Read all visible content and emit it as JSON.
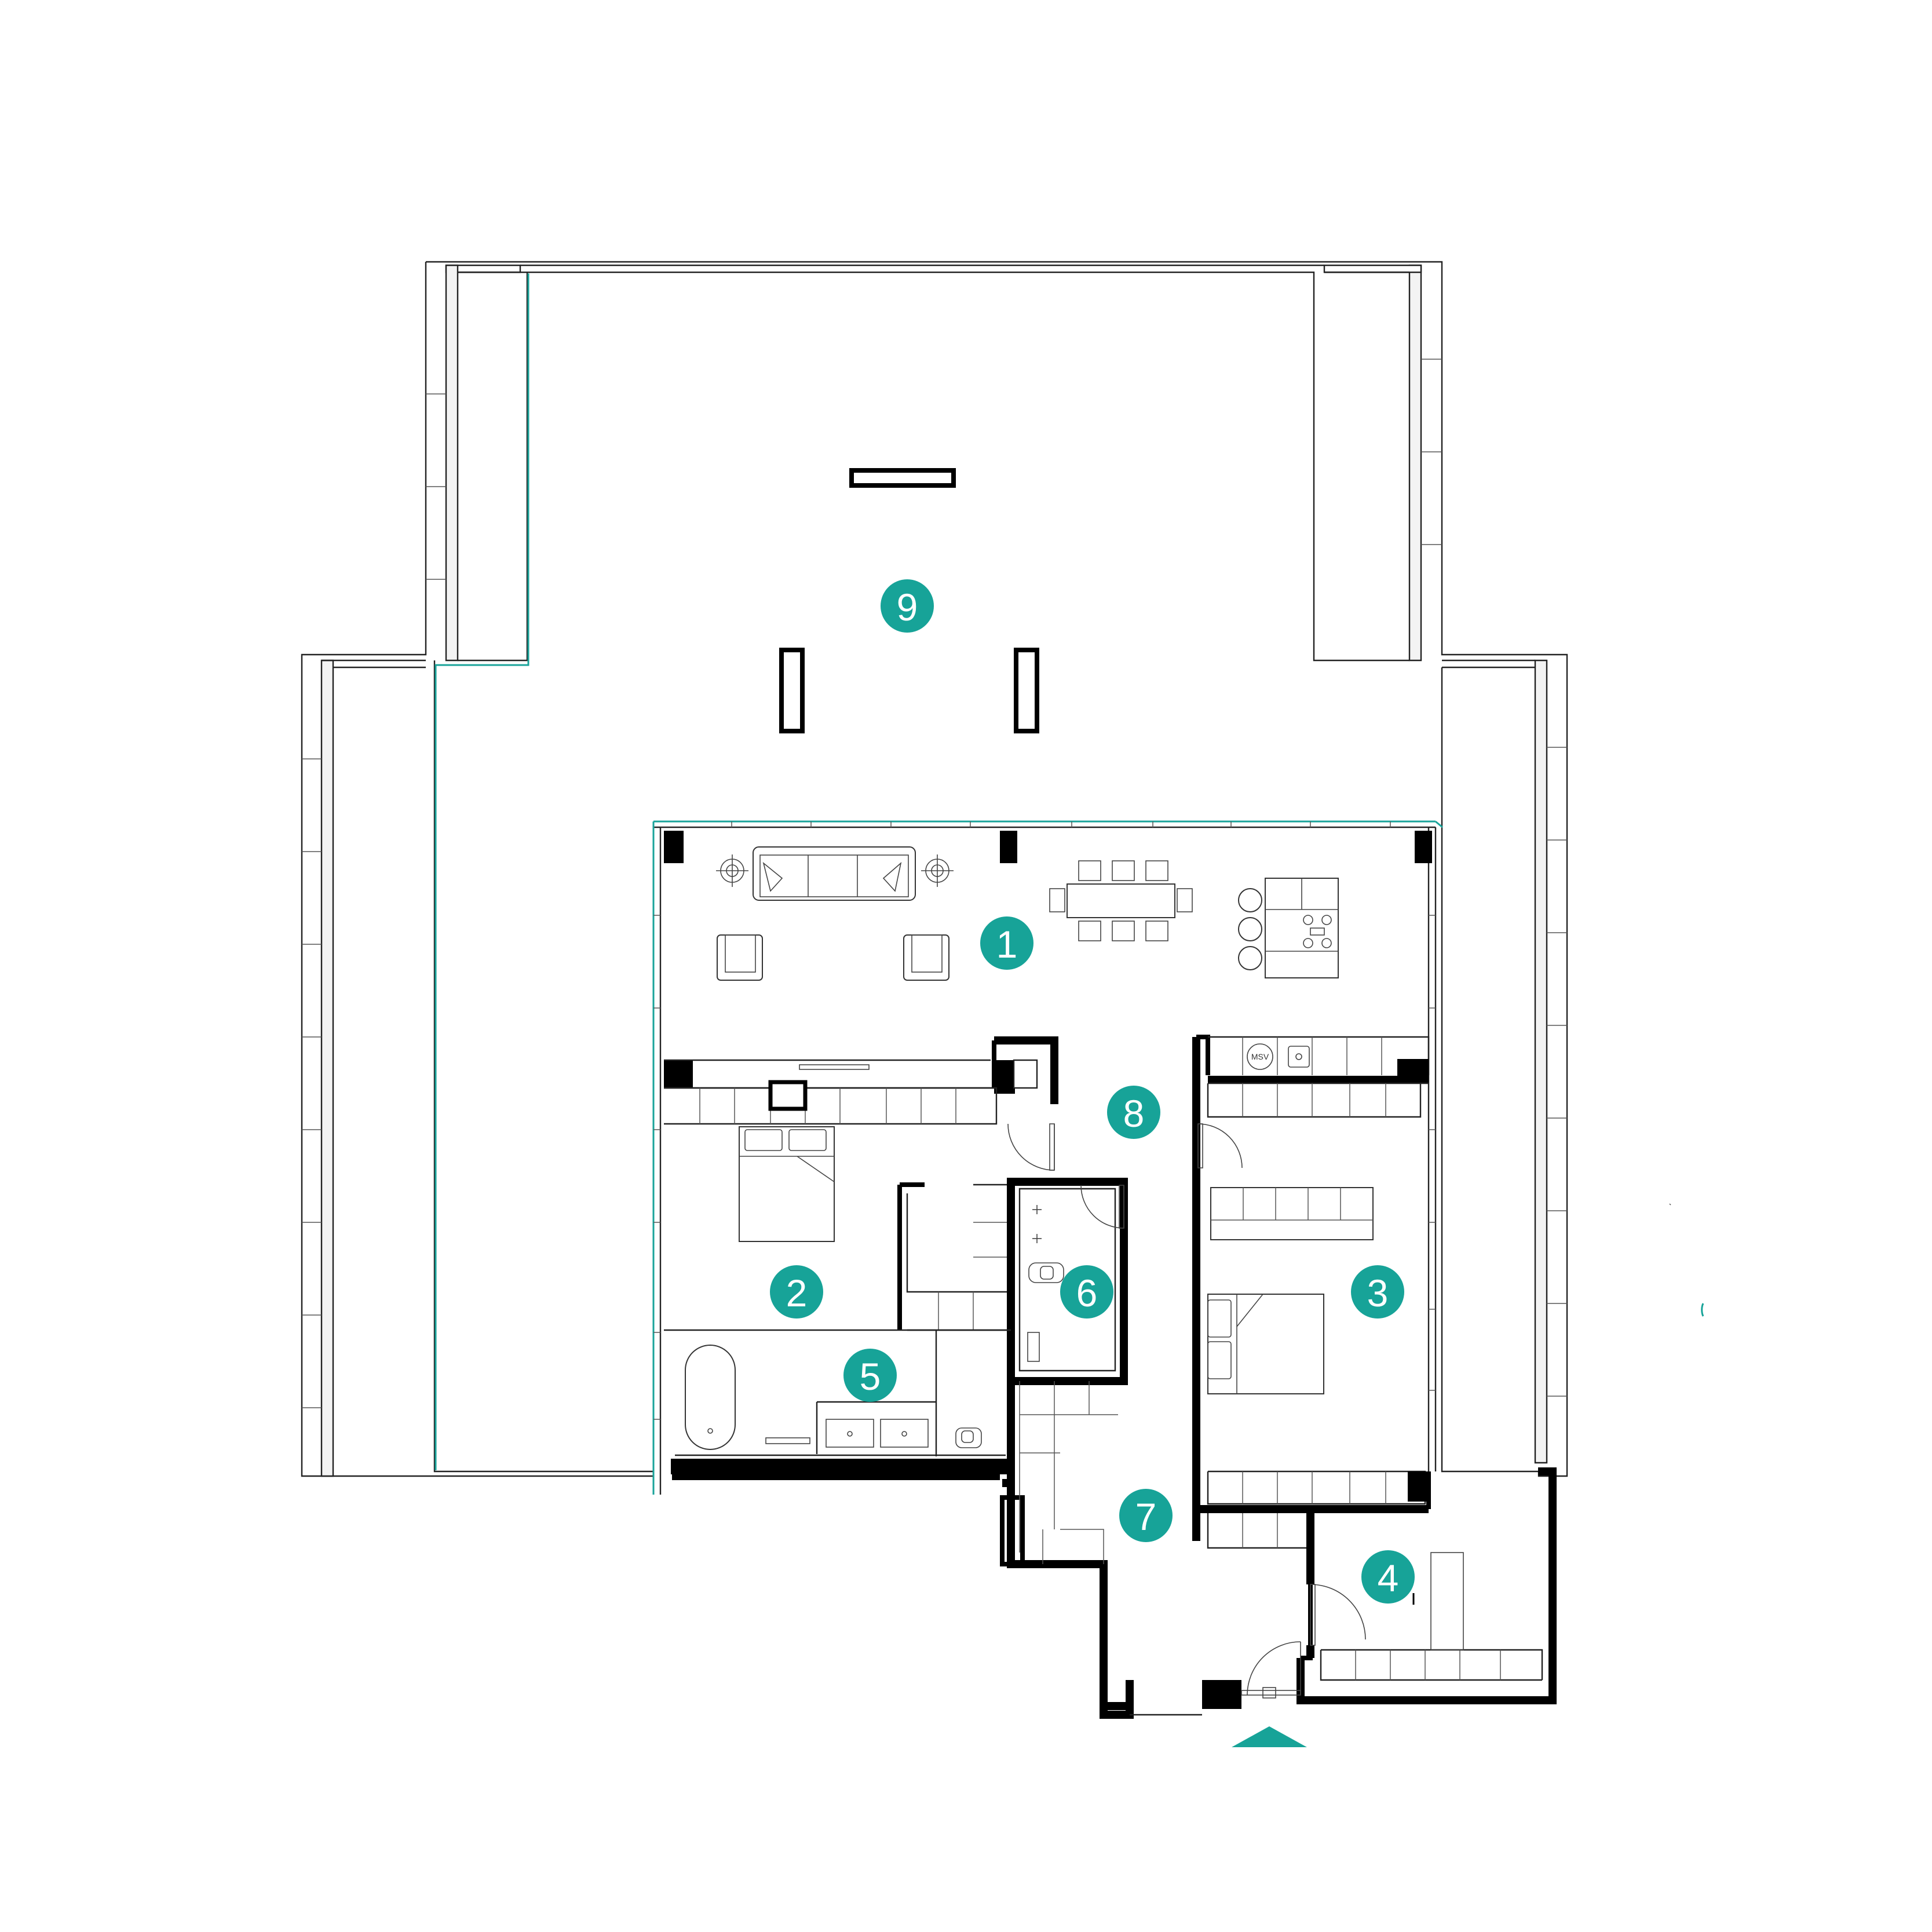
{
  "colors": {
    "accent": "#17a398",
    "wall": "#000000",
    "line": "#222222",
    "background": "#ffffff"
  },
  "rooms": [
    {
      "id": "living-kitchen",
      "label": "1"
    },
    {
      "id": "bedroom-left",
      "label": "2"
    },
    {
      "id": "bedroom-right",
      "label": "3"
    },
    {
      "id": "storage",
      "label": "4"
    },
    {
      "id": "bathroom",
      "label": "5"
    },
    {
      "id": "wc",
      "label": "6"
    },
    {
      "id": "entrance-hall",
      "label": "7"
    },
    {
      "id": "hallway",
      "label": "8"
    },
    {
      "id": "terrace",
      "label": "9"
    }
  ],
  "fixtures": {
    "washing_machine_label": "MSV"
  },
  "icons": {
    "entrance": "entrance-arrow-icon"
  }
}
